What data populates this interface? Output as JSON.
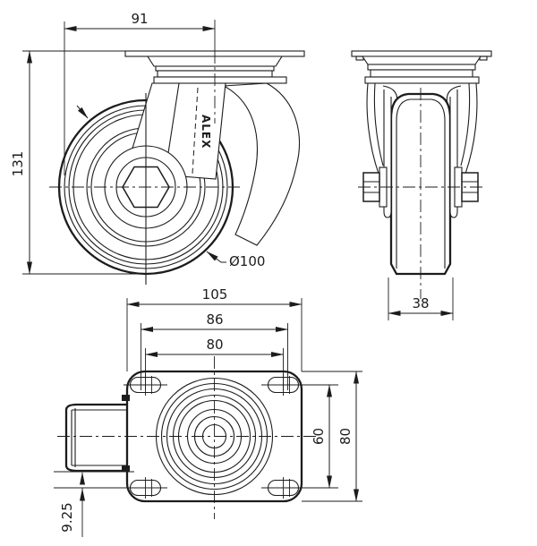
{
  "drawing": {
    "background": "#ffffff",
    "line_color": "#1c1c1c",
    "front_view": {
      "width_dim": "91",
      "height_dim": "131",
      "wheel_diameter_dim": "Ø100",
      "brand": "ALEX"
    },
    "side_view": {
      "tread_width_dim": "38"
    },
    "plan_view": {
      "plate_width_dim": "105",
      "slot_span_dim": "86",
      "bolt_spacing_x_dim": "80",
      "bolt_spacing_y_dim": "60",
      "plate_height_dim": "80",
      "wheel_offset_dim": "9.25"
    }
  }
}
